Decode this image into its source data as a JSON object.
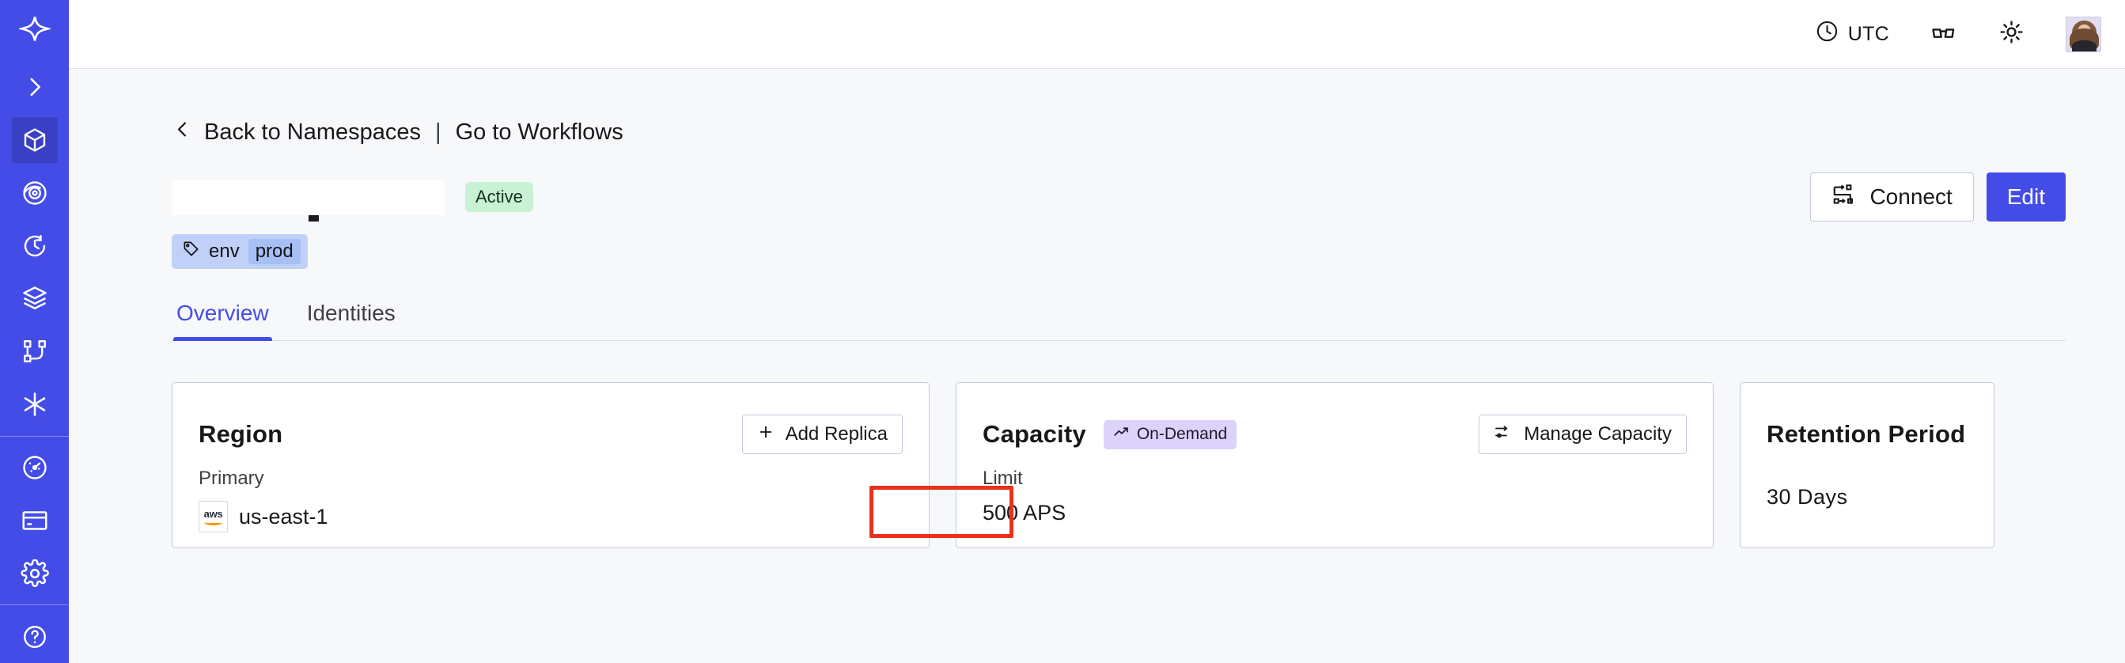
{
  "sidebar": {
    "logo_icon": "temporal-star-logo",
    "items": [
      {
        "icon": "chevron-right-icon",
        "name": "expand-sidebar"
      },
      {
        "icon": "cube-icon",
        "name": "namespaces",
        "active": true
      },
      {
        "icon": "eye-spiral-icon",
        "name": "observability"
      },
      {
        "icon": "history-clock-icon",
        "name": "schedules"
      },
      {
        "icon": "layers-icon",
        "name": "stack"
      },
      {
        "icon": "workflow-nodes-icon",
        "name": "workflows"
      },
      {
        "icon": "asterisk-icon",
        "name": "integrations"
      }
    ],
    "items_secondary": [
      {
        "icon": "gauge-icon",
        "name": "usage"
      },
      {
        "icon": "credit-card-icon",
        "name": "billing"
      },
      {
        "icon": "gear-icon",
        "name": "settings"
      }
    ]
  },
  "topbar": {
    "timezone": "UTC",
    "clock_icon": "clock-icon",
    "glasses_icon": "glasses-icon",
    "theme_icon": "sun-icon",
    "avatar_alt": "user-avatar"
  },
  "breadcrumb": {
    "back_icon": "chevron-left-icon",
    "back_label": "Back to Namespaces",
    "separator": "|",
    "forward_label": "Go to Workflows"
  },
  "header": {
    "namespace_title": "",
    "status_badge": "Active",
    "connect_label": "Connect",
    "connect_icon": "connection-flow-icon",
    "edit_label": "Edit",
    "tag": {
      "icon": "tag-icon",
      "key": "env",
      "value": "prod"
    }
  },
  "tabs": [
    {
      "label": "Overview",
      "active": true
    },
    {
      "label": "Identities",
      "active": false
    }
  ],
  "cards": {
    "region": {
      "title": "Region",
      "button_label": "Add Replica",
      "button_icon": "plus-icon",
      "sub_label": "Primary",
      "provider_icon": "aws-logo",
      "provider_text": "aws",
      "value": "us-east-1"
    },
    "capacity": {
      "title": "Capacity",
      "badge_label": "On-Demand",
      "badge_icon": "trending-up-icon",
      "button_label": "Manage Capacity",
      "button_icon": "sliders-icon",
      "sub_label": "Limit",
      "value": "500 APS",
      "highlighted": true
    },
    "retention": {
      "title": "Retention Period",
      "value": "30 Days"
    }
  },
  "colors": {
    "brand": "#444ce7",
    "page_bg": "#f7f8fa",
    "card_border": "#c3cadd",
    "status_active_bg": "#c9f2d5",
    "badge_ondemand_bg": "#ddd2fb",
    "tag_bg": "#c0d0f8",
    "annotation_red": "#e8321a"
  }
}
